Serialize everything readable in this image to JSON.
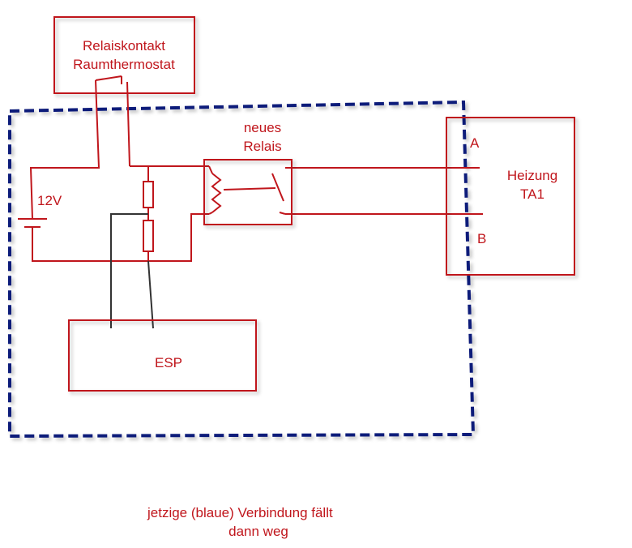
{
  "labels": {
    "thermostat_line1": "Relaiskontakt",
    "thermostat_line2": "Raumthermostat",
    "relay_line1": "neues",
    "relay_line2": "Relais",
    "voltage": "12V",
    "heater_line1": "Heizung",
    "heater_line2": "TA1",
    "terminal_a": "A",
    "terminal_b": "B",
    "esp": "ESP"
  },
  "legend": {
    "line1": "jetzige (blaue) Verbindung fällt",
    "line2": "dann weg"
  },
  "colors": {
    "wire": "#c0161c",
    "dashed_connection": "#0d1a7a",
    "signal_wire": "#333333"
  }
}
